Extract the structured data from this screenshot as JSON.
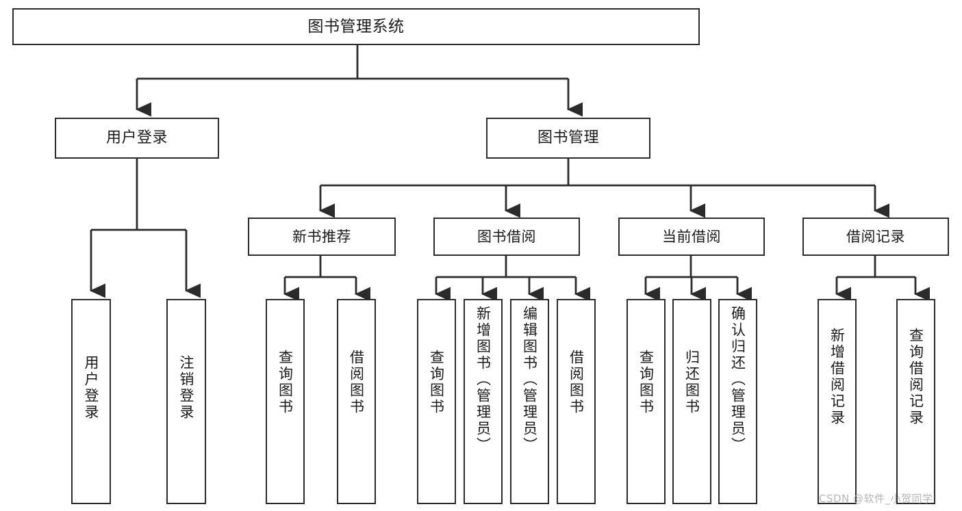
{
  "diagram": {
    "title": "图书管理系统",
    "type": "功能结构图",
    "colors": {
      "stroke": "#2b2b2b",
      "fill": "#ffffff",
      "text": "#1a1a1a",
      "watermark": "#b6b6b6"
    },
    "root": {
      "id": "root",
      "label": "图书管理系统"
    },
    "level1": [
      {
        "id": "user-login",
        "label": "用户登录"
      },
      {
        "id": "book-manage",
        "label": "图书管理"
      }
    ],
    "level2": [
      {
        "id": "new-book-rec",
        "label": "新书推荐",
        "parent": "book-manage"
      },
      {
        "id": "book-borrow",
        "label": "图书借阅",
        "parent": "book-manage"
      },
      {
        "id": "current-borrow",
        "label": "当前借阅",
        "parent": "book-manage"
      },
      {
        "id": "borrow-record",
        "label": "借阅记录",
        "parent": "book-manage"
      }
    ],
    "leaves": [
      {
        "id": "leaf-user-login",
        "label": "用户登录",
        "parent": "user-login"
      },
      {
        "id": "leaf-logout",
        "label": "注销登录",
        "parent": "user-login"
      },
      {
        "id": "leaf-query-book-1",
        "label": "查询图书",
        "parent": "new-book-rec"
      },
      {
        "id": "leaf-borrow-book-1",
        "label": "借阅图书",
        "parent": "new-book-rec"
      },
      {
        "id": "leaf-query-book-2",
        "label": "查询图书",
        "parent": "book-borrow"
      },
      {
        "id": "leaf-add-book",
        "label": "新增图书（管理员）",
        "parent": "book-borrow"
      },
      {
        "id": "leaf-edit-book",
        "label": "编辑图书（管理员）",
        "parent": "book-borrow"
      },
      {
        "id": "leaf-borrow-book-2",
        "label": "借阅图书",
        "parent": "book-borrow"
      },
      {
        "id": "leaf-query-book-3",
        "label": "查询图书",
        "parent": "current-borrow"
      },
      {
        "id": "leaf-return-book",
        "label": "归还图书",
        "parent": "current-borrow"
      },
      {
        "id": "leaf-confirm-return",
        "label": "确认归还（管理员）",
        "parent": "current-borrow"
      },
      {
        "id": "leaf-add-record",
        "label": "新增借阅记录",
        "parent": "borrow-record"
      },
      {
        "id": "leaf-query-record",
        "label": "查询借阅记录",
        "parent": "borrow-record"
      }
    ],
    "watermark": "CSDN @软件_小贺同学"
  }
}
